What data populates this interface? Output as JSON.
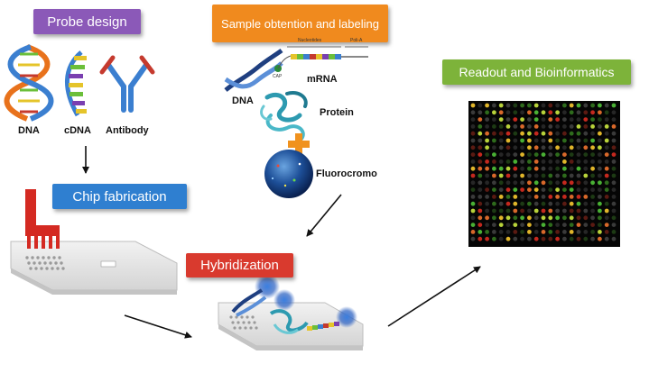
{
  "boxes": {
    "probe_design": "Probe design",
    "sample": "Sample obtention and labeling",
    "readout": "Readout and Bioinformatics",
    "chip": "Chip fabrication",
    "hybridization": "Hybridization"
  },
  "probe_labels": {
    "dna": "DNA",
    "cdna": "cDNA",
    "antibody": "Antibody"
  },
  "sample_labels": {
    "dna": "DNA",
    "mrna": "mRNA",
    "protein": "Protein",
    "fluoro": "Fluorocromo",
    "nucleotides": "Nucleotides",
    "polya": "Poli-A",
    "cap": "CAP"
  },
  "colors": {
    "probe_box": "#8B59B8",
    "sample_box": "#F08A1E",
    "readout_box": "#7DB33A",
    "chip_box": "#2F7FD0",
    "hybrid_box": "#D93A2E"
  }
}
